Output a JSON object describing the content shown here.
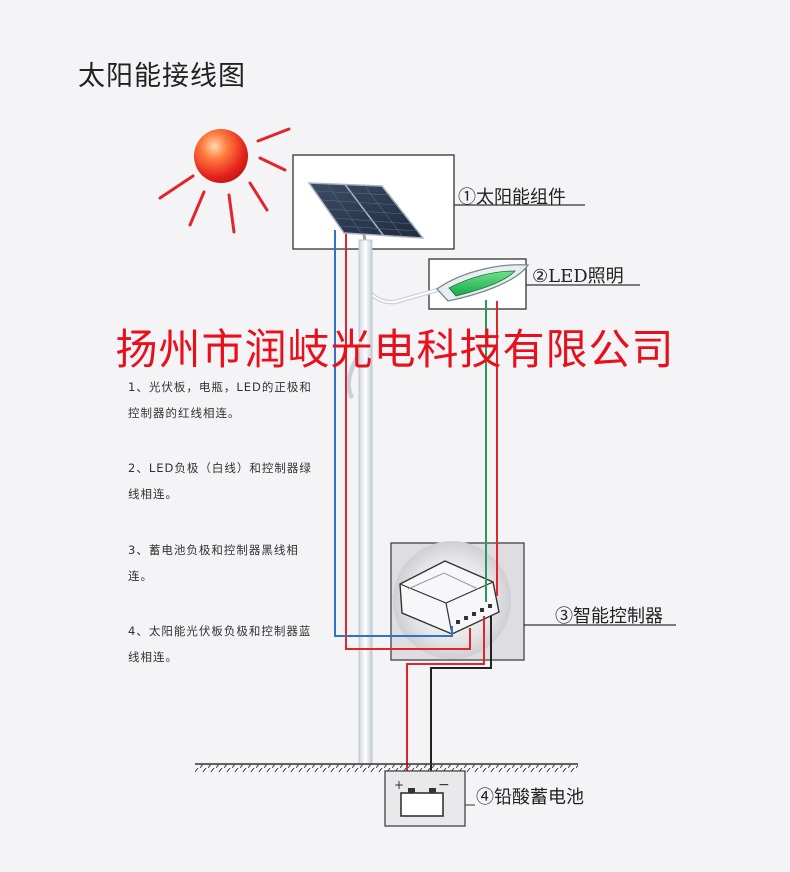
{
  "title": "太阳能接线图",
  "watermark": "扬州市润岐光电科技有限公司",
  "labels": {
    "solar_module": "①太阳能组件",
    "led_light": "②LED照明",
    "controller": "③智能控制器",
    "battery": "④铅酸蓄电池"
  },
  "notes": [
    "1、光伏板，电瓶，LED的正极和控制器的红线相连。",
    "2、LED负极（白线）和控制器绿线相连。",
    "3、蓄电池负极和控制器黑线相连。",
    "4、太阳能光伏板负极和控制器蓝线相连。"
  ],
  "battery_terminals": {
    "positive": "+",
    "negative": "−"
  },
  "colors": {
    "red_wire": "#e0262b",
    "green_wire": "#2a9a55",
    "blue_wire": "#2f74c5",
    "black_wire": "#222222",
    "watermark": "#e8101c"
  }
}
